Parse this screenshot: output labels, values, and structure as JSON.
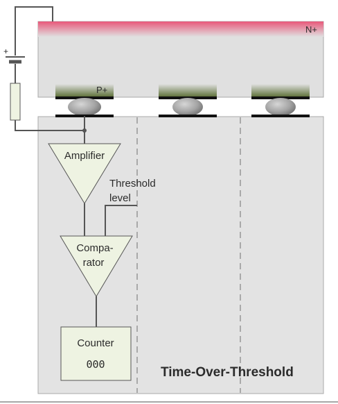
{
  "sensor": {
    "n_plus_label": "N+",
    "p_plus_label": "P+",
    "bias_polarity": "+"
  },
  "chain": {
    "amplifier_label": "Amplifier",
    "threshold_label_line1": "Threshold",
    "threshold_label_line2": "level",
    "comparator_label_line1": "Compa-",
    "comparator_label_line2": "rator",
    "counter_label": "Counter",
    "counter_value": "000"
  },
  "caption": "Time-Over-Threshold",
  "colors": {
    "n_plus_band": "#e8587a",
    "p_plus_implant": "#556b2f",
    "sensor_fill": "#e0e0e0",
    "chip_fill": "#e3e3e3",
    "triangle_fill": "#eef3e2",
    "counter_fill": "#eef3e2",
    "resistor_fill": "#eef3e2",
    "wire": "#555555"
  }
}
